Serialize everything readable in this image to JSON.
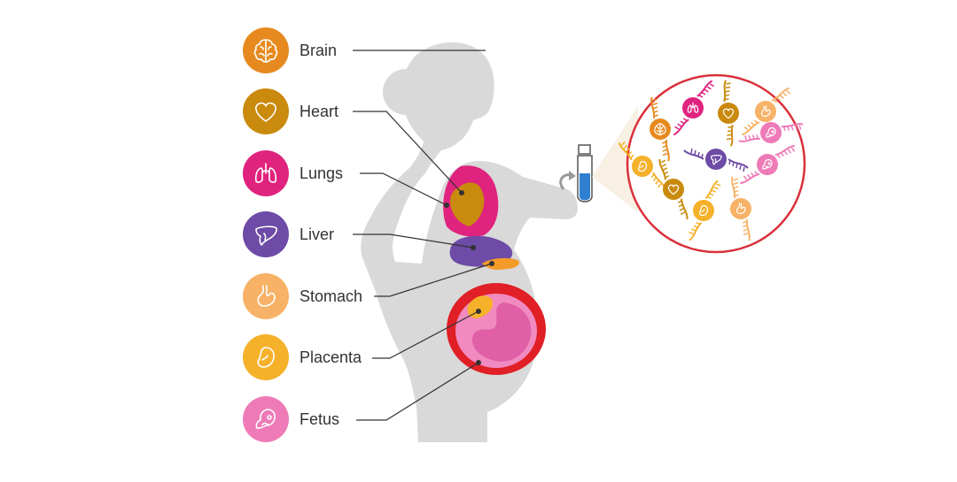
{
  "organs": [
    {
      "key": "brain",
      "label": "Brain",
      "color": "#E68A1F",
      "icon": "brain-icon"
    },
    {
      "key": "heart",
      "label": "Heart",
      "color": "#C98A0E",
      "icon": "heart-icon"
    },
    {
      "key": "lungs",
      "label": "Lungs",
      "color": "#E0237E",
      "icon": "lungs-icon"
    },
    {
      "key": "liver",
      "label": "Liver",
      "color": "#6D4BA6",
      "icon": "liver-icon"
    },
    {
      "key": "stomach",
      "label": "Stomach",
      "color": "#F7B267",
      "icon": "stomach-icon"
    },
    {
      "key": "placenta",
      "label": "Placenta",
      "color": "#F5B12A",
      "icon": "placenta-icon"
    },
    {
      "key": "fetus",
      "label": "Fetus",
      "color": "#EE7BB8",
      "icon": "fetus-icon"
    }
  ],
  "colors": {
    "silhouette": "#D9D9D9",
    "connector": "#333333",
    "magnifier_ring": "#D9303A",
    "tube_liquid": "#2F7FD1",
    "uterus": "#E01F26",
    "fetus_fill": "#EE6FB0",
    "strand": "#E0A020"
  },
  "magnifier_icons": [
    "brain-icon",
    "lungs-icon",
    "heart-icon",
    "stomach-icon",
    "placenta-icon",
    "liver-icon",
    "fetus-icon",
    "heart-icon",
    "placenta-icon",
    "stomach-icon",
    "fetus-icon"
  ]
}
